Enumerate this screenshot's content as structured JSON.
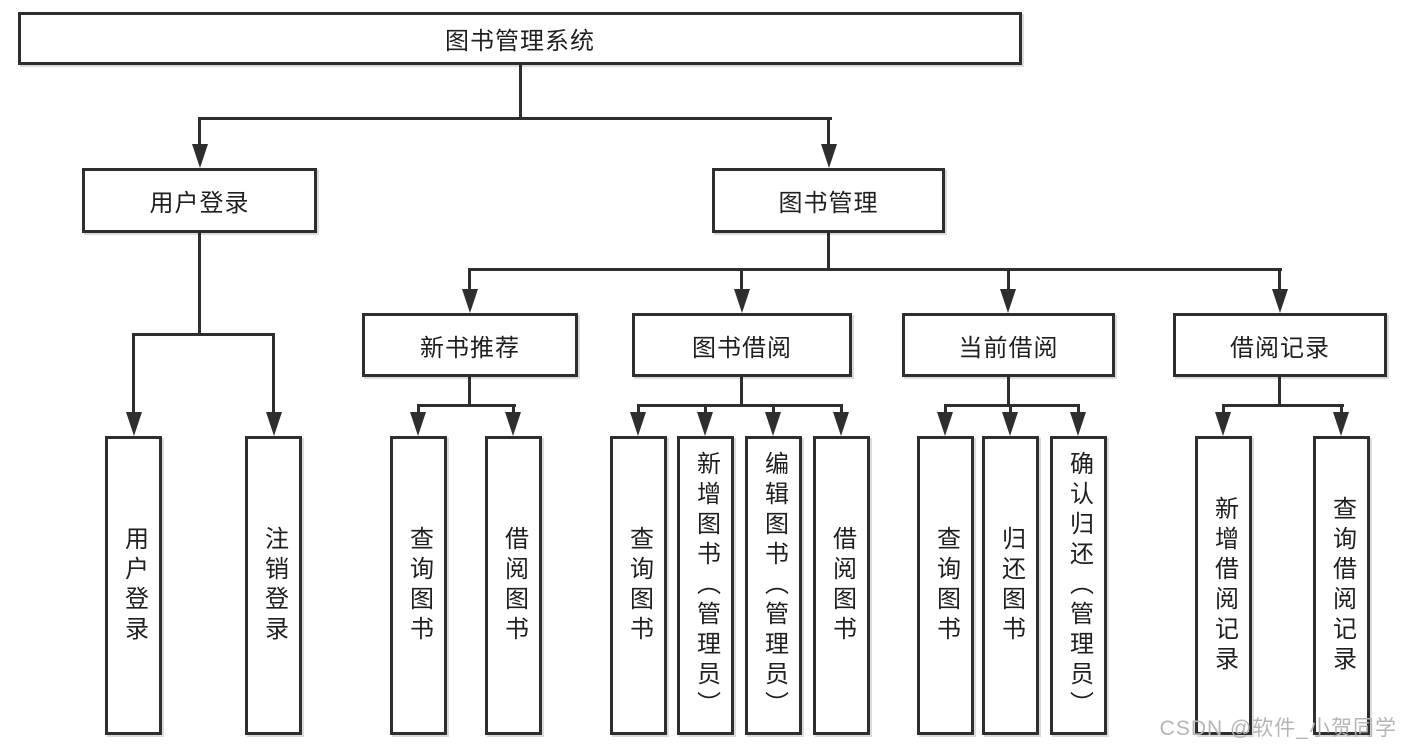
{
  "diagram": {
    "type": "functional-structure-tree",
    "watermark": "CSDN @软件_小贺同学",
    "colors": {
      "line": "#2e2e2e",
      "border": "#2e2e2e",
      "text": "#1f1f1f",
      "watermark": "#b5b5b5",
      "background": "#ffffff"
    }
  },
  "nodes": {
    "root": "图书管理系统",
    "user_login": "用户登录",
    "book_mgmt": "图书管理",
    "new_rec": "新书推荐",
    "borrow": "图书借阅",
    "current": "当前借阅",
    "records": "借阅记录",
    "u1": "用户登录",
    "u2": "注销登录",
    "n1": "查询图书",
    "n2": "借阅图书",
    "b1": "查询图书",
    "b2": "新增图书（管理员）",
    "b3": "编辑图书（管理员）",
    "b4": "借阅图书",
    "c1": "查询图书",
    "c2": "归还图书",
    "c3": "确认归还（管理员）",
    "r1": "新增借阅记录",
    "r2": "查询借阅记录"
  },
  "tree": {
    "root": "图书管理系统",
    "children": [
      {
        "label": "用户登录",
        "children": [
          "用户登录",
          "注销登录"
        ]
      },
      {
        "label": "图书管理",
        "children": [
          {
            "label": "新书推荐",
            "children": [
              "查询图书",
              "借阅图书"
            ]
          },
          {
            "label": "图书借阅",
            "children": [
              "查询图书",
              "新增图书（管理员）",
              "编辑图书（管理员）",
              "借阅图书"
            ]
          },
          {
            "label": "当前借阅",
            "children": [
              "查询图书",
              "归还图书",
              "确认归还（管理员）"
            ]
          },
          {
            "label": "借阅记录",
            "children": [
              "新增借阅记录",
              "查询借阅记录"
            ]
          }
        ]
      }
    ]
  }
}
